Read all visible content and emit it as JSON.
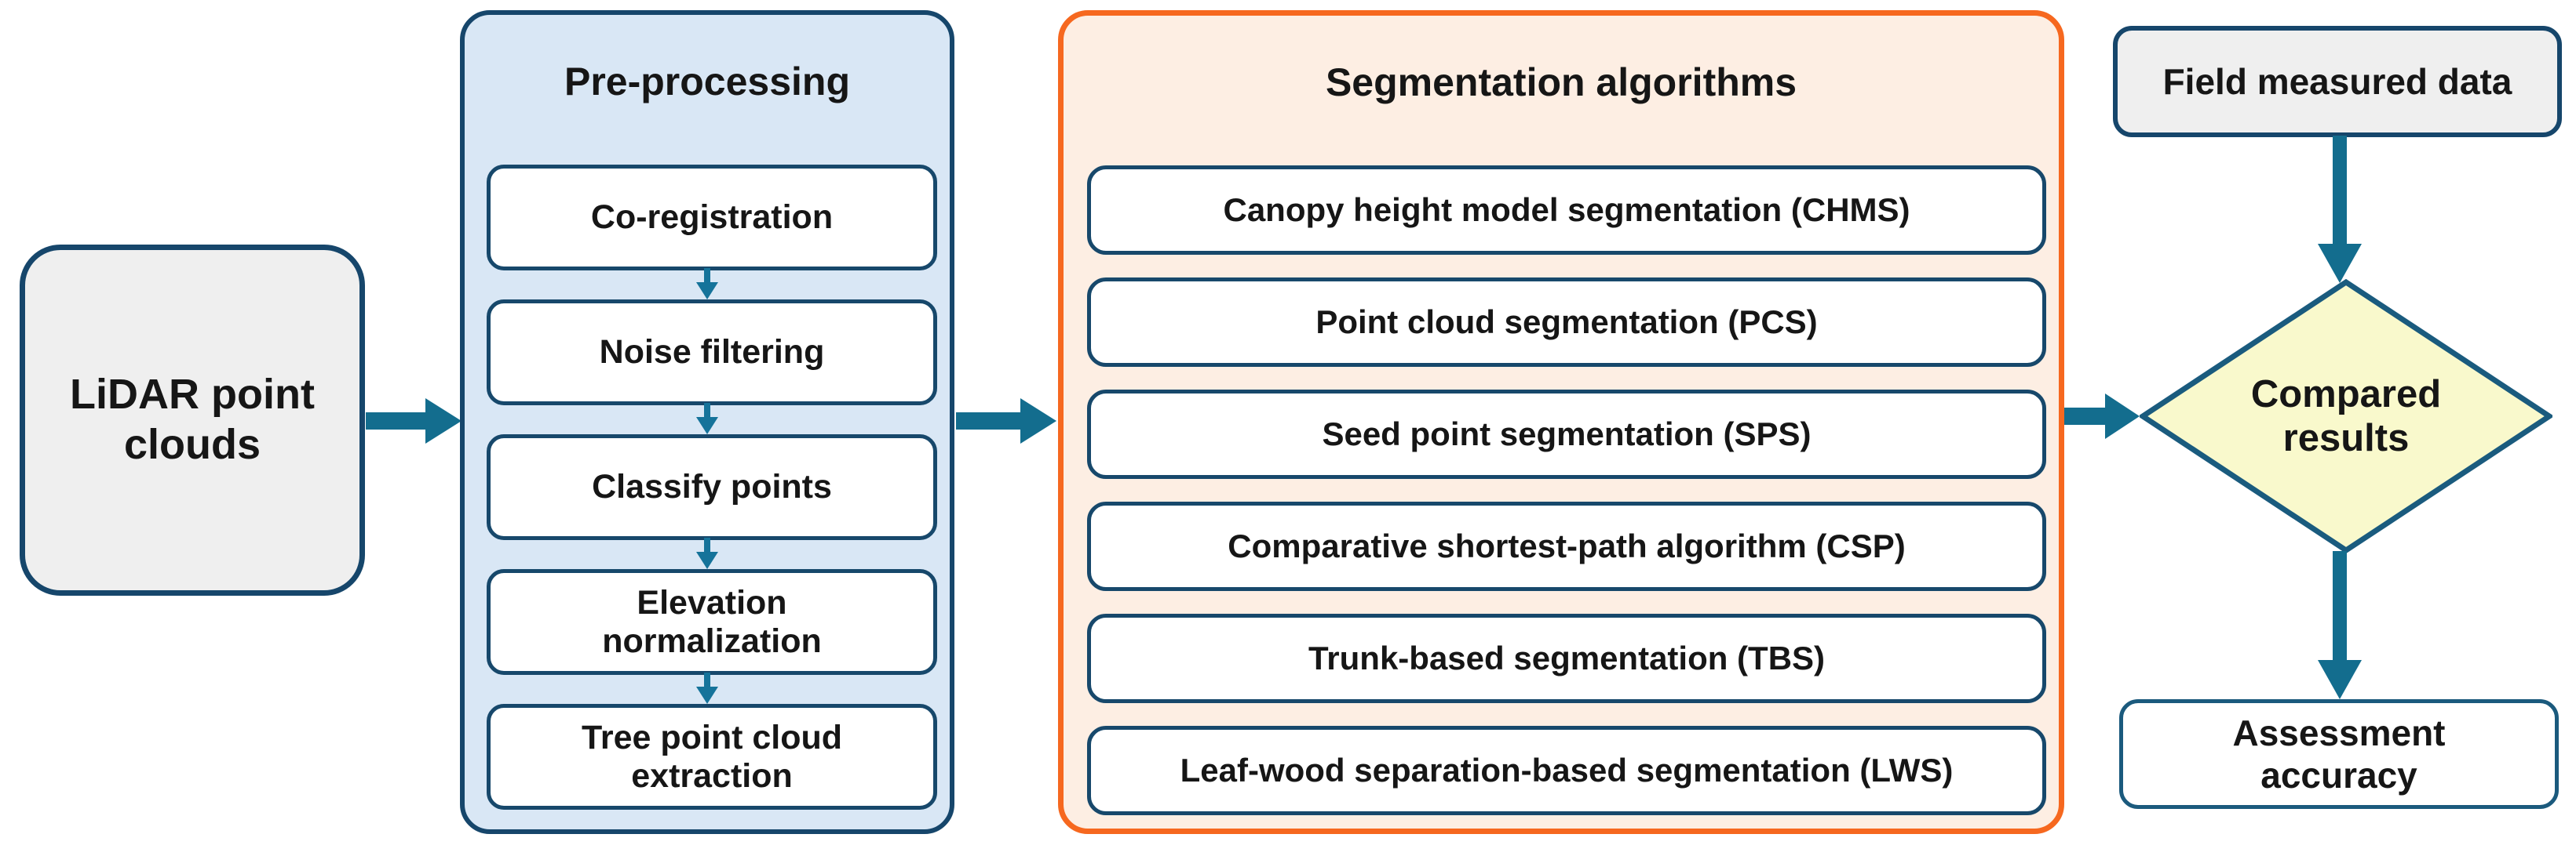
{
  "figure": {
    "type": "flowchart",
    "description": "LiDAR point cloud tree segmentation workflow"
  },
  "lidar": {
    "label": "LiDAR point clouds"
  },
  "preprocessing": {
    "title": "Pre-processing",
    "steps": [
      "Co-registration",
      "Noise filtering",
      "Classify points",
      "Elevation normalization",
      "Tree point cloud extraction"
    ]
  },
  "segmentation": {
    "title": "Segmentation algorithms",
    "algorithms": [
      "Canopy height model segmentation (CHMS)",
      "Point cloud segmentation (PCS)",
      "Seed point segmentation (SPS)",
      "Comparative shortest-path algorithm (CSP)",
      "Trunk-based segmentation (TBS)",
      "Leaf-wood separation-based segmentation (LWS)"
    ]
  },
  "comparison": {
    "field_data_label": "Field measured data",
    "diamond_label": "Compared results",
    "assessment_label": "Assessment accuracy"
  },
  "colors": {
    "navy_border": "#16466b",
    "teal_arrow": "#136d8e",
    "preprocessing_fill": "#d9e7f5",
    "segmentation_fill": "#fdeee3",
    "segmentation_border": "#f6681f",
    "diamond_fill": "#f9f9cc",
    "diamond_border": "#1a5b7e",
    "gray_fill": "#efefef",
    "white_fill": "#ffffff",
    "text": "#161616"
  }
}
